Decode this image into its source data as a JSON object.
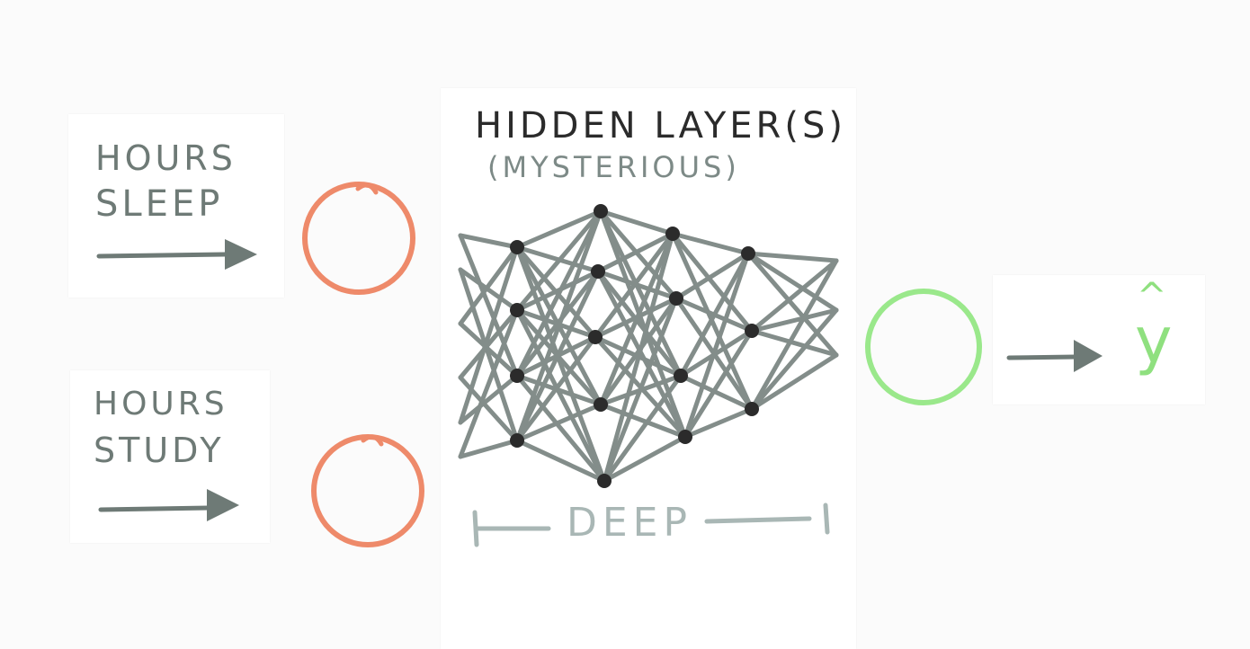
{
  "inputs": {
    "sleep": {
      "line1": "HOURS",
      "line2": "SLEEP"
    },
    "study": {
      "line1": "HOURS",
      "line2": "STUDY"
    }
  },
  "hidden": {
    "title": "HIDDEN LAYER(S)",
    "subtitle": "(MYSTERIOUS)",
    "depth_label": "DEEP"
  },
  "output": {
    "symbol": "y",
    "hat": "^"
  },
  "colors": {
    "ink_gray": "#6e7a76",
    "ink_light": "#a9b7b5",
    "ink_dark": "#2b2b2b",
    "input_node": "#ee8a6a",
    "output_node": "#9ae88b",
    "output_text": "#8fe07f"
  }
}
